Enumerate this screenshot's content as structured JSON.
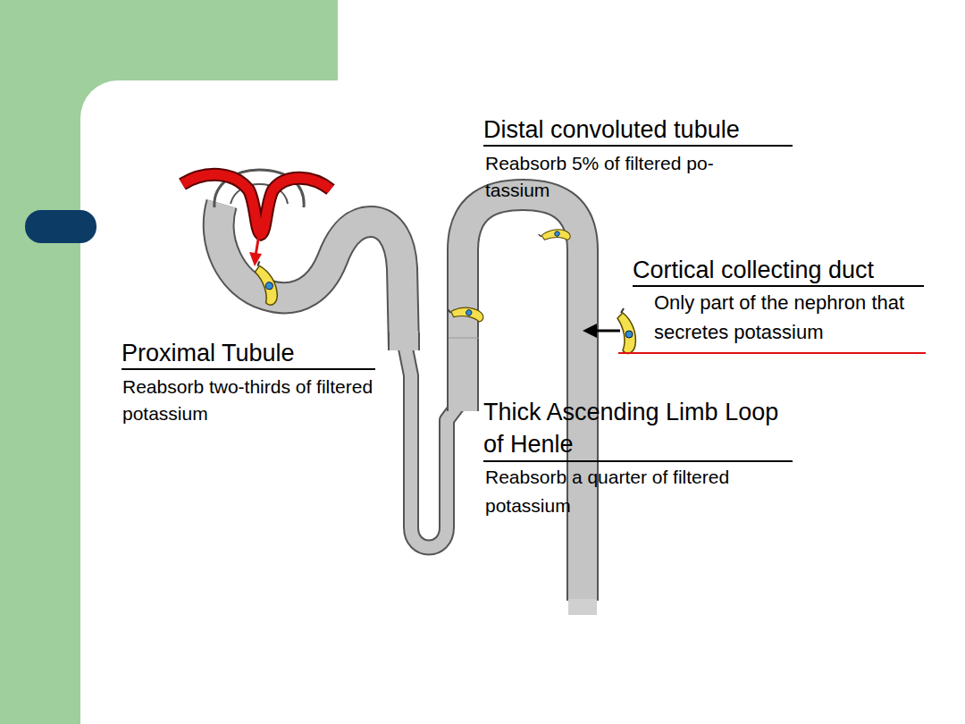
{
  "diagram": {
    "labels": [
      "Distal convoluted tubule",
      "Reabsorb 5% of filtered po- tassium",
      "Cortical collecting duct",
      "Only part of the nephron that secretes potassium",
      "Proximal Tubule",
      "Reabsorb two-thirds of filtered potassium",
      "Thick Ascending Limb Loop of Henle",
      "Reabsorb a quarter of filtered potassium"
    ]
  }
}
